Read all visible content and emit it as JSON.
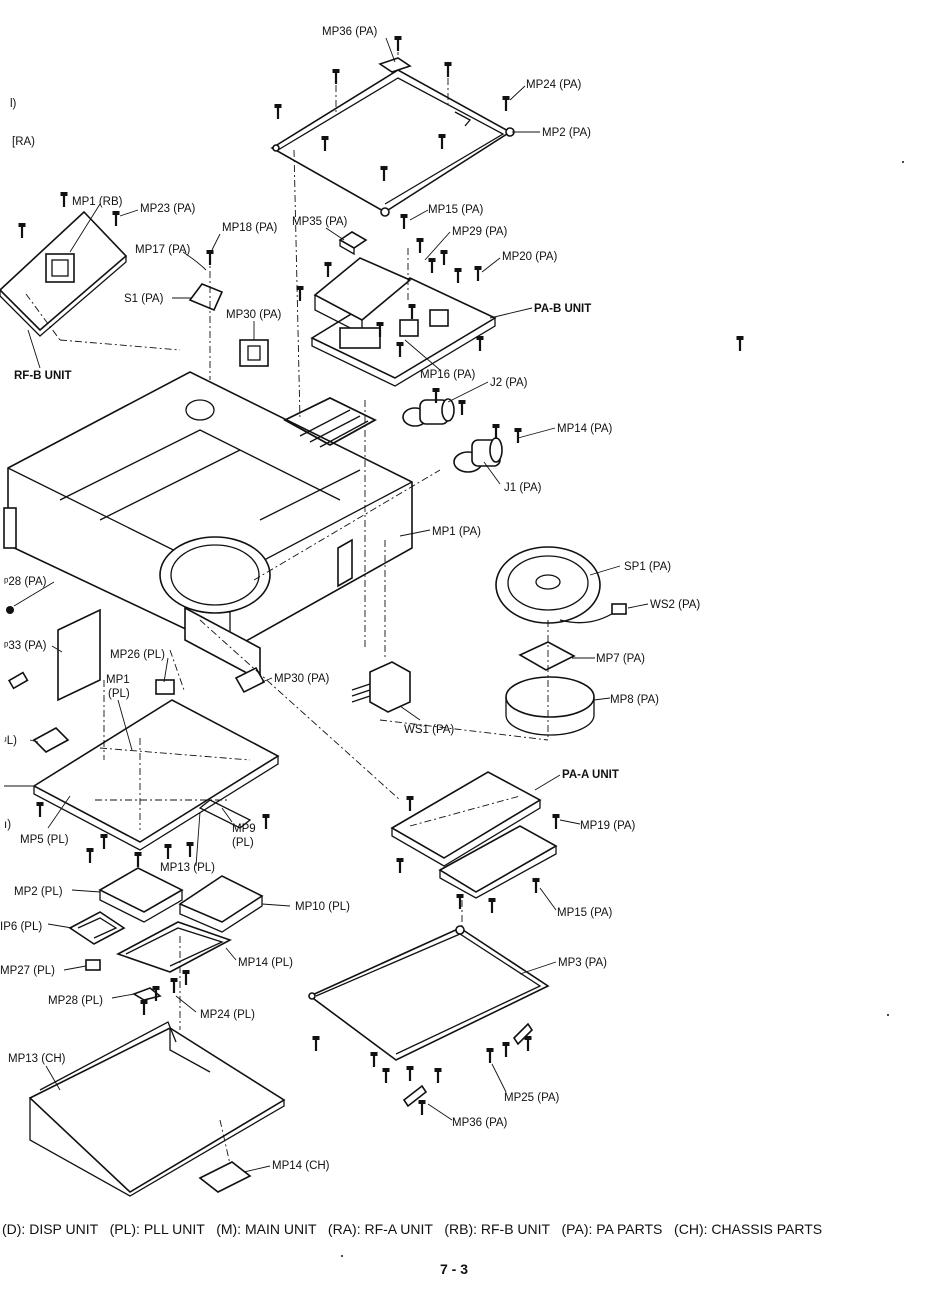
{
  "diagram": {
    "labels": {
      "mp36_top": "MP36 (PA)",
      "mp24_pa": "MP24 (PA)",
      "mp2_pa": "MP2 (PA)",
      "frag_l": "l)",
      "frag_ra": "[RA)",
      "mp1_rb": "MP1 (RB)",
      "mp23_pa": "MP23 (PA)",
      "mp18_pa": "MP18 (PA)",
      "mp35_pa": "MP35 (PA)",
      "mp15_pa_top": "MP15 (PA)",
      "mp29_pa": "MP29 (PA)",
      "mp17_pa": "MP17 (PA)",
      "mp20_pa": "MP20 (PA)",
      "s1_pa": "S1 (PA)",
      "pa_b_unit": "PA-B UNIT",
      "mp30_pa_top": "MP30 (PA)",
      "rf_b_unit": "RF-B UNIT",
      "mp16_pa": "MP16 (PA)",
      "j2_pa": "J2 (PA)",
      "mp14_pa": "MP14 (PA)",
      "j1_pa": "J1 (PA)",
      "mp1_pa": "MP1 (PA)",
      "sp1_pa": "SP1 (PA)",
      "frag_28pa": "ᵖ28 (PA)",
      "ws2_pa": "WS2 (PA)",
      "frag_33pa": "ᵖ33 (PA)",
      "mp26_pl": "MP26 (PL)",
      "mp7_pa": "MP7 (PA)",
      "mp1_pl_a": "MP1",
      "mp1_pl_b": "(PL)",
      "mp30_pa_bot": "MP30 (PA)",
      "mp8_pa": "MP8 (PA)",
      "frag_l2": "ʴL)",
      "ws1_pa": "WS1 (PA)",
      "pa_a_unit": "PA-A UNIT",
      "frag_l3": "ı)",
      "mp19_pa": "MP19 (PA)",
      "mp5_pl": "MP5 (PL)",
      "mp9_pl_a": "MP9",
      "mp9_pl_b": "(PL)",
      "mp13_pl": "MP13 (PL)",
      "mp2_pl": "MP2 (PL)",
      "mp15_pa_bot": "MP15 (PA)",
      "mp10_pl": "MP10 (PL)",
      "frag_p6": "IP6 (PL)",
      "mp14_pl": "MP14 (PL)",
      "mp3_pa": "MP3 (PA)",
      "frag_mp27": "MP27 (PL)",
      "mp28_pl": "MP28 (PL)",
      "mp24_pl": "MP24 (PL)",
      "mp13_ch": "MP13 (CH)",
      "mp25_pa": "MP25 (PA)",
      "mp36_bot": "MP36 (PA)",
      "mp14_ch": "MP14 (CH)"
    },
    "legend": "(D): DISP UNIT   (PL): PLL UNIT   (M): MAIN UNIT   (RA): RF-A UNIT   (RB): RF-B UNIT   (PA): PA PARTS   (CH): CHASSIS PARTS",
    "page_number": "7 - 3"
  }
}
